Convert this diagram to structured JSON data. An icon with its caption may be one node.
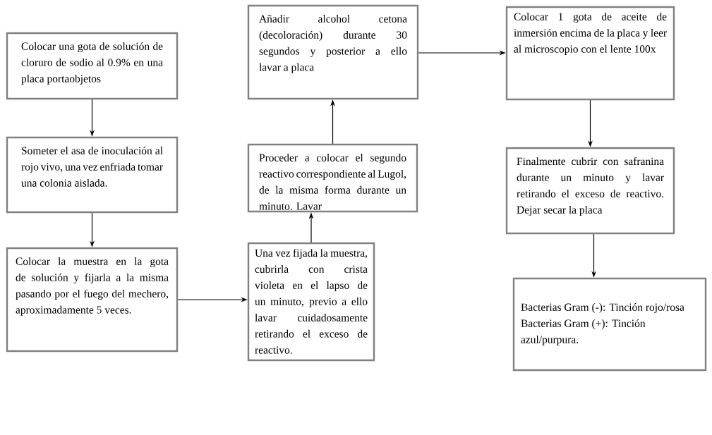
{
  "diagram": {
    "nodes": [
      {
        "text": [
          "Colocar una gota de solución de cloruro de sodio al 0.9% en una placa portaobjetos"
        ]
      },
      {
        "text": [
          "Someter el asa de inoculación al rojo vivo, una vez enfriada tomar una colonia aislada."
        ]
      },
      {
        "text": [
          "Colocar la muestra en la gota de solución y fijarla a la misma pasando por el fuego del mechero, aproximadamente 5 veces."
        ]
      },
      {
        "text": [
          "Una vez fijada la muestra, cubrirla con crista violeta en el lapso de un minuto, previo a ello lavar cuidadosamente retirando el exceso de reactivo."
        ]
      },
      {
        "text": [
          "Proceder a colocar el segundo reactivo correspondiente al Lugol, de la misma forma durante un minuto. Lavar"
        ]
      },
      {
        "text": [
          "Añadir alcohol cetona (decoloración) durante 30 segundos y posterior a ello lavar a placa"
        ]
      },
      {
        "text": [
          "Colocar 1 gota de aceite de inmersión encima de la placa y leer al microscopio con el lente 100x"
        ]
      },
      {
        "text": [
          "Finalmente cubrir con safranina durante un minuto y lavar retirando el exceso de reactivo. Dejar secar la placa"
        ]
      },
      {
        "text": [
          "Bacterias Gram (-): Tinción rojo/rosa",
          "Bacterias Gram (+): Tinción azul/purpura."
        ]
      }
    ],
    "edges": [
      {
        "from": 0,
        "to": 1,
        "arrow": "to"
      },
      {
        "from": 1,
        "to": 2,
        "arrow": "to"
      },
      {
        "from": 2,
        "to": 3,
        "arrow": "to"
      },
      {
        "from": 3,
        "to": 4,
        "arrow": "to"
      },
      {
        "from": 4,
        "to": 5,
        "arrow": "to"
      },
      {
        "from": 5,
        "to": 6,
        "arrow": "to"
      },
      {
        "from": 6,
        "to": 7,
        "arrow": "to"
      },
      {
        "from": 7,
        "to": 8,
        "arrow": "to"
      }
    ]
  }
}
